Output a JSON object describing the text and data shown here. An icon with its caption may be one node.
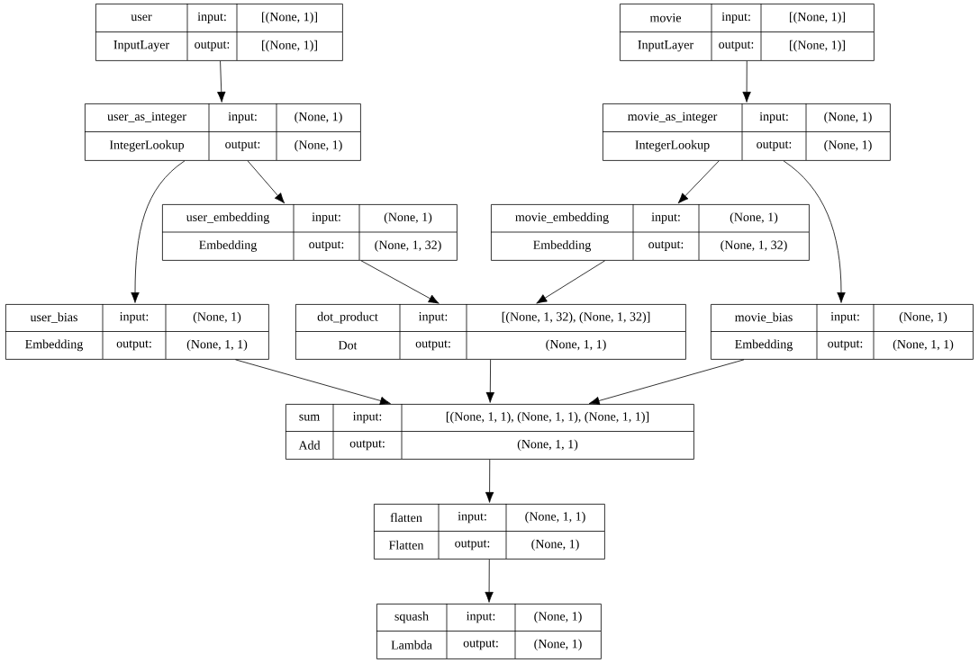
{
  "diagram": {
    "nodes": [
      {
        "text": [
          "user",
          "input:",
          "[(None, 1)]",
          "InputLayer",
          "output:",
          "[(None, 1)]"
        ]
      },
      {
        "text": [
          "movie",
          "input:",
          "[(None, 1)]",
          "InputLayer",
          "output:",
          "[(None, 1)]"
        ]
      },
      {
        "text": [
          "user_as_integer",
          "input:",
          "(None, 1)",
          "IntegerLookup",
          "output:",
          "(None, 1)"
        ]
      },
      {
        "text": [
          "movie_as_integer",
          "input:",
          "(None, 1)",
          "IntegerLookup",
          "output:",
          "(None, 1)"
        ]
      },
      {
        "text": [
          "user_embedding",
          "input:",
          "(None, 1)",
          "Embedding",
          "output:",
          "(None, 1, 32)"
        ]
      },
      {
        "text": [
          "movie_embedding",
          "input:",
          "(None, 1)",
          "Embedding",
          "output:",
          "(None, 1, 32)"
        ]
      },
      {
        "text": [
          "user_bias",
          "input:",
          "(None, 1)",
          "Embedding",
          "output:",
          "(None, 1, 1)"
        ]
      },
      {
        "text": [
          "dot_product",
          "input:",
          "[(None, 1, 32), (None, 1, 32)]",
          "Dot",
          "output:",
          "(None, 1, 1)"
        ]
      },
      {
        "text": [
          "movie_bias",
          "input:",
          "(None, 1)",
          "Embedding",
          "output:",
          "(None, 1, 1)"
        ]
      },
      {
        "text": [
          "sum",
          "input:",
          "[(None, 1, 1), (None, 1, 1), (None, 1, 1)]",
          "Add",
          "output:",
          "(None, 1, 1)"
        ]
      },
      {
        "text": [
          "flatten",
          "input:",
          "(None, 1, 1)",
          "Flatten",
          "output:",
          "(None, 1)"
        ]
      },
      {
        "text": [
          "squash",
          "input:",
          "(None, 1)",
          "Lambda",
          "output:",
          "(None, 1)"
        ]
      }
    ],
    "edges": [
      {
        "from": 0,
        "to": 2,
        "arrow": "to"
      },
      {
        "from": 1,
        "to": 3,
        "arrow": "to"
      },
      {
        "from": 2,
        "to": 4,
        "arrow": "to"
      },
      {
        "from": 2,
        "to": 6,
        "arrow": "to"
      },
      {
        "from": 3,
        "to": 5,
        "arrow": "to"
      },
      {
        "from": 3,
        "to": 8,
        "arrow": "to"
      },
      {
        "from": 4,
        "to": 7,
        "arrow": "to"
      },
      {
        "from": 5,
        "to": 7,
        "arrow": "to"
      },
      {
        "from": 6,
        "to": 9,
        "arrow": "to"
      },
      {
        "from": 7,
        "to": 9,
        "arrow": "to"
      },
      {
        "from": 8,
        "to": 9,
        "arrow": "to"
      },
      {
        "from": 9,
        "to": 10,
        "arrow": "to"
      },
      {
        "from": 10,
        "to": 11,
        "arrow": "to"
      }
    ]
  }
}
